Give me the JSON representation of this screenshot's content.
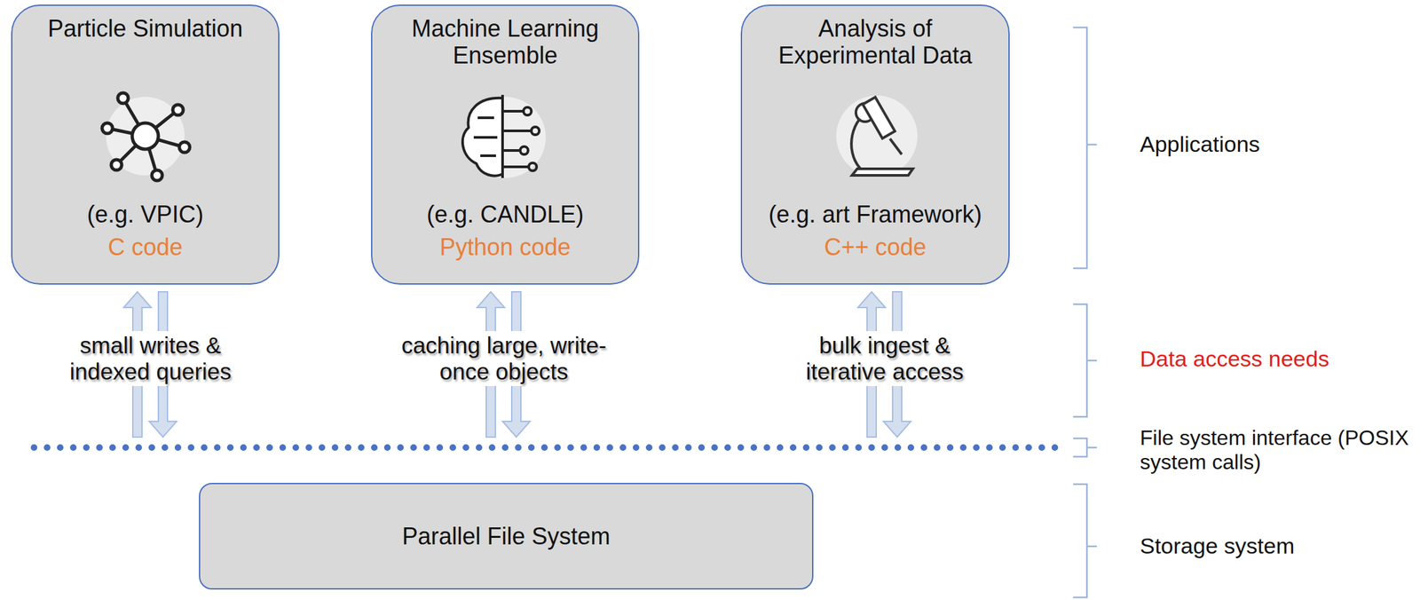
{
  "diagram": {
    "nodes": [
      {
        "text": [
          "Particle Simulation",
          "(e.g. VPIC)",
          "C code"
        ]
      },
      {
        "text": [
          "Machine Learning Ensemble",
          "(e.g. CANDLE)",
          "Python code"
        ]
      },
      {
        "text": [
          "Analysis of Experimental Data",
          "(e.g. art Framework)",
          "C++ code"
        ]
      },
      {
        "text": [
          "Parallel File System"
        ]
      }
    ],
    "labels": [
      "small writes & indexed queries",
      "caching large, write-once objects",
      "bulk ingest & iterative access",
      "Applications",
      "Data access needs",
      "File system interface (POSIX system calls)",
      "Storage system"
    ]
  }
}
